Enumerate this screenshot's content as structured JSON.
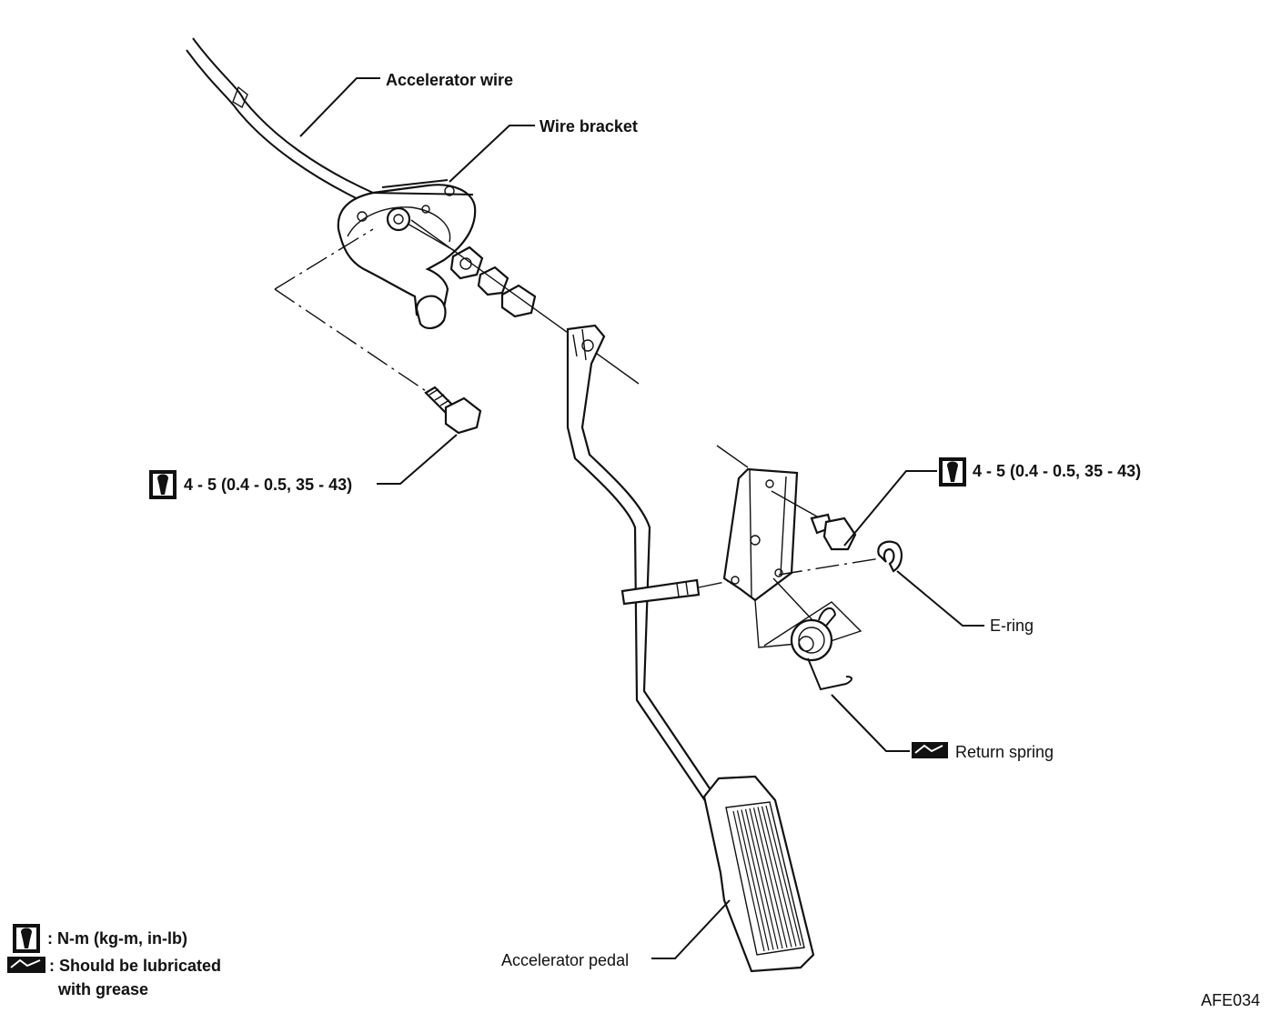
{
  "labels": {
    "accelerator_wire": "Accelerator wire",
    "wire_bracket": "Wire bracket",
    "torque_left": "4 - 5 (0.4 - 0.5, 35 - 43)",
    "torque_right": "4 - 5 (0.4 - 0.5, 35 - 43)",
    "e_ring": "E-ring",
    "return_spring": "Return spring",
    "accelerator_pedal": "Accelerator pedal"
  },
  "legend": {
    "torque": ": N-m (kg-m, in-lb)",
    "grease_line1": ": Should be lubricated",
    "grease_line2": "with grease"
  },
  "figure_code": "AFE034",
  "icons": [
    "torque-wrench-icon",
    "grease-icon"
  ]
}
